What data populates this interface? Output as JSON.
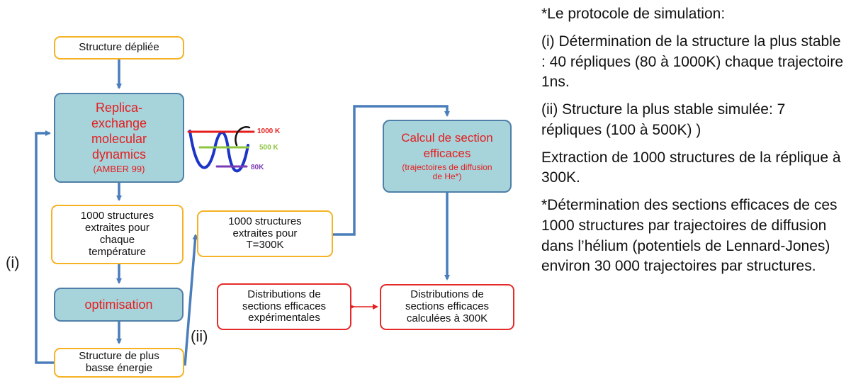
{
  "diagram": {
    "nodes": {
      "unfolded": "Structure dépliée",
      "remd_title": "Replica-exchange molecular dynamics",
      "remd_sub": "(AMBER 99)",
      "extract_each_l1": "1000 structures",
      "extract_each_l2": "extraites pour",
      "extract_each_l3": "chaque",
      "extract_each_l4": "température",
      "optimisation": "optimisation",
      "lowest_l1": "Structure de plus",
      "lowest_l2": "basse énergie",
      "extract_300_l1": "1000 structures",
      "extract_300_l2": "extraites pour",
      "extract_300_l3": "T=300K",
      "calc_title": "Calcul de section efficaces",
      "calc_sub": "(trajectoires de diffusion de He*)",
      "dist_exp_l1": "Distributions de",
      "dist_exp_l2": "sections efficaces",
      "dist_exp_l3": "expérimentales",
      "dist_calc_l1": "Distributions de",
      "dist_calc_l2": "sections efficaces",
      "dist_calc_l3": "calculées à 300K"
    },
    "loop_labels": {
      "i": "(i)",
      "ii": "(ii)"
    },
    "energy_levels": {
      "t1000": "1000 K",
      "t500": "500 K",
      "t80": "80K"
    },
    "colors": {
      "teal_fill": "#a7d3db",
      "teal_border": "#4f7fa8",
      "yellow_border": "#f5b324",
      "red": "#e41e1e",
      "arrow_blue": "#4a7ebb"
    }
  },
  "protocol": {
    "heading": "*Le protocole de simulation:",
    "step_i": "(i) Détermination de la structure la plus stable : 40 répliques (80 à 1000K) chaque trajectoire 1ns.",
    "step_ii": "(ii) Structure la plus stable simulée: 7 répliques (100 à 500K) )",
    "extraction": "Extraction de 1000 structures de la réplique à 300K.",
    "determination": "*Détermination des sections efficaces de ces 1000 structures par trajectoires de diffusion dans l’hélium (potentiels de Lennard-Jones) environ 30 000 trajectoires par structures."
  }
}
